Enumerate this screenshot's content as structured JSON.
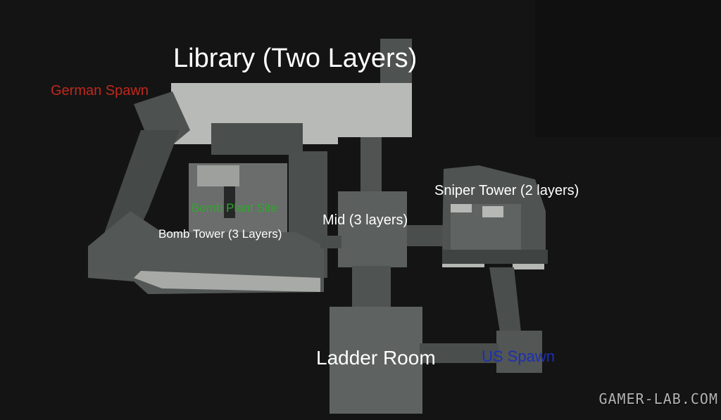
{
  "labels": {
    "library": {
      "text": "Library (Two Layers)",
      "color": "#ffffff"
    },
    "german_spawn": {
      "text": "German Spawn",
      "color": "#c0281c"
    },
    "bomb_plant_site": {
      "text": "Bomb Plant Site",
      "color": "#2fa82a"
    },
    "bomb_tower": {
      "text": "Bomb Tower (3 Layers)",
      "color": "#ffffff"
    },
    "mid": {
      "text": "Mid (3 layers)",
      "color": "#ffffff"
    },
    "sniper_tower": {
      "text": "Sniper Tower (2 layers)",
      "color": "#ffffff"
    },
    "ladder_room": {
      "text": "Ladder Room",
      "color": "#ffffff"
    },
    "us_spawn": {
      "text": "US Spawn",
      "color": "#1c2fb4"
    }
  },
  "watermark": "GAMER-LAB.COM",
  "colors": {
    "background": "#141414",
    "wall_top": "#5a5e5d",
    "wall_side": "#3b3f3e",
    "floor_light": "#b9bbb8",
    "floor_mid": "#808281"
  }
}
